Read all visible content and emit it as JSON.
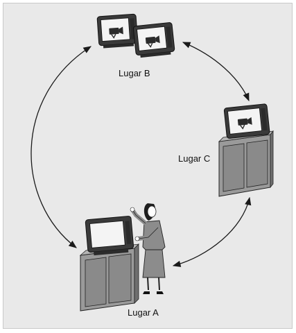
{
  "locations": {
    "a": {
      "label": "Lugar A"
    },
    "b": {
      "label": "Lugar B"
    },
    "c": {
      "label": "Lugar C"
    }
  },
  "colors": {
    "background": "#e9e9e9",
    "tv_body": "#3a3a3a",
    "tv_screen": "#f4f4f4",
    "cabinet": "#9a9a9a",
    "cabinet_dark": "#6f6f6f",
    "arrow": "#1a1a1a"
  },
  "icons": [
    "television-icon",
    "video-camera-icon",
    "presenter-figure",
    "cabinet-icon",
    "double-arrow"
  ]
}
